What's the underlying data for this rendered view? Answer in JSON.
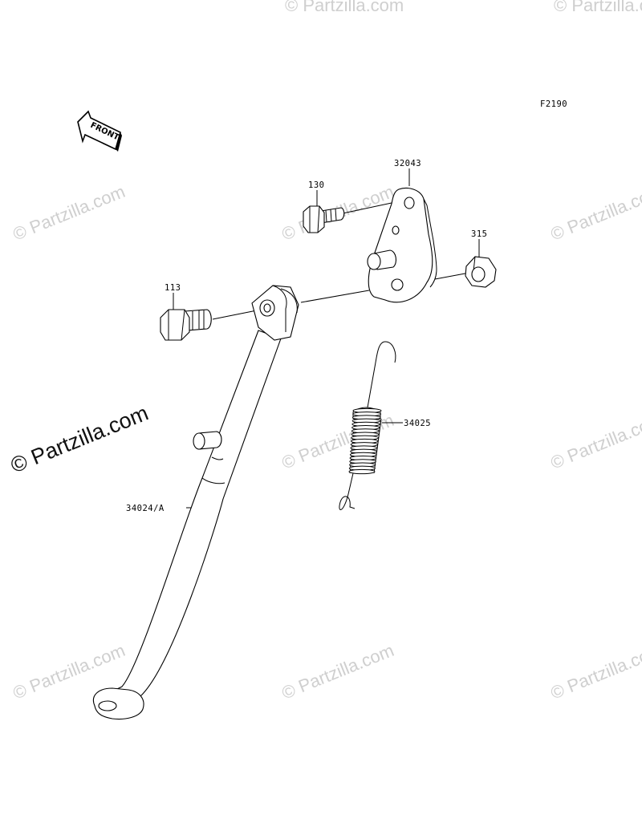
{
  "diagram": {
    "figure_code": "F2190",
    "front_label": "FRONT",
    "watermark": "© Partzilla.com",
    "callouts": {
      "bracket": "32043",
      "bolt_small": "130",
      "nut": "315",
      "bolt_large": "113",
      "spring": "34025",
      "side_stand": "34024/A"
    }
  }
}
